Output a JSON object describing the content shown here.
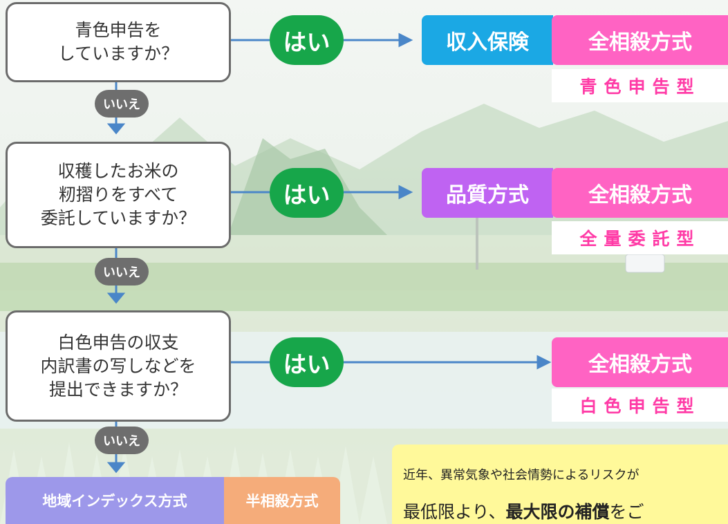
{
  "questions": [
    {
      "lines": [
        "青色申告を",
        "していますか？"
      ]
    },
    {
      "lines": [
        "収穫したお米の",
        "籾摺りをすべて",
        "委託していますか？"
      ]
    },
    {
      "lines": [
        "白色申告の収支",
        "内訳書の写しなどを",
        "提出できますか？"
      ]
    }
  ],
  "yes_label": "はい",
  "no_label": "いいえ",
  "results": [
    {
      "primary": "収入保険",
      "method": "全相殺方式",
      "sub": "青色申告型"
    },
    {
      "primary": "品質方式",
      "method": "全相殺方式",
      "sub": "全量委託型"
    },
    {
      "method": "全相殺方式",
      "sub": "白色申告型"
    }
  ],
  "bottom": {
    "left": "地域インデックス方式",
    "right": "半相殺方式"
  },
  "note": {
    "line1": "近年、異常気象や社会情勢によるリスクが",
    "line2_pre": "最低限より、",
    "line2_bold": "最大限の補償",
    "line2_post": "をご"
  },
  "colors": {
    "yes": "#17a64a",
    "no": "#6e6e6e",
    "blue": "#1ba8e4",
    "purple": "#bf63f2",
    "pink": "#ff63c3",
    "pink_text": "#ff3aa6",
    "lavender": "#9d98ea",
    "orange": "#f5ac7a",
    "note_bg": "#fff99a",
    "arrow": "#4a86c8"
  }
}
